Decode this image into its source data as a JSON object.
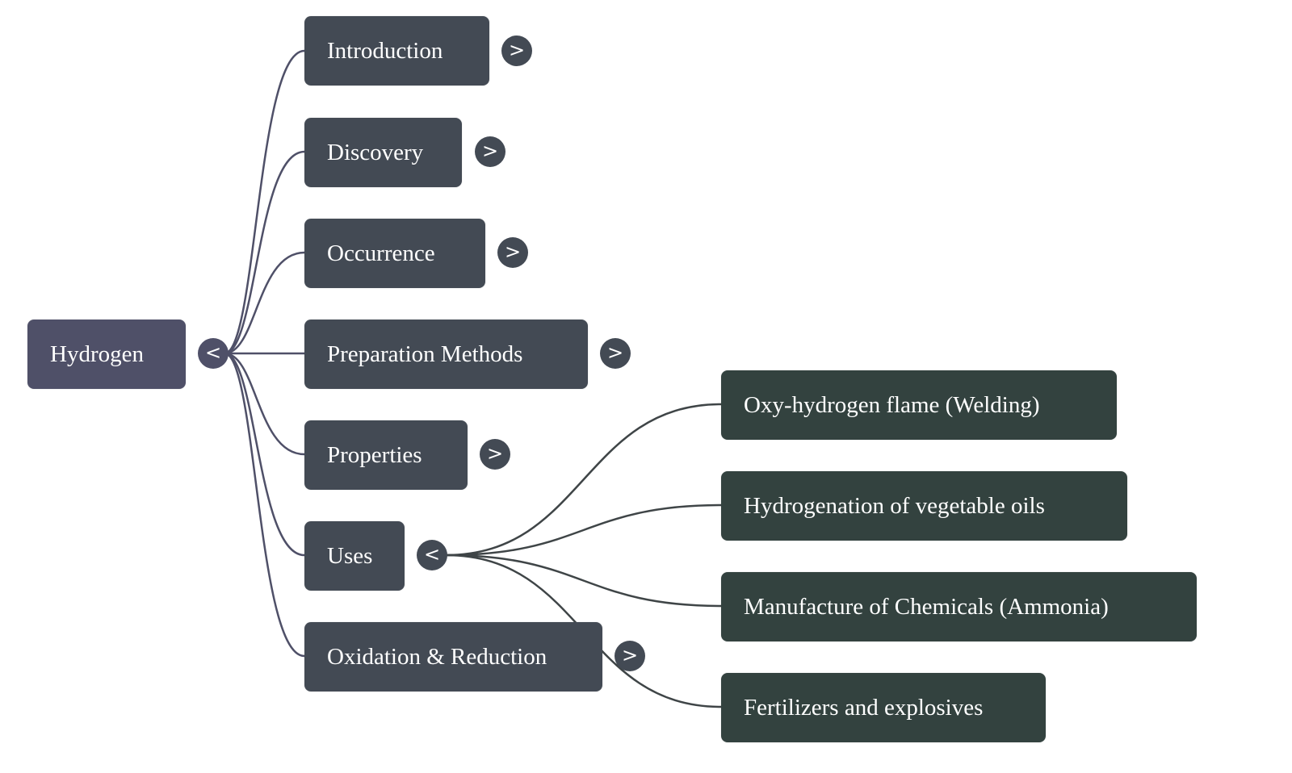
{
  "colors": {
    "root": "#4f5068",
    "level1": "#434a54",
    "level2": "#33423f",
    "edge_root": "#4f5068",
    "edge_level2": "#3f4547"
  },
  "root": {
    "label": "Hydrogen",
    "toggle": "<",
    "toggle_icon": "collapse-chevron-left"
  },
  "topics": [
    {
      "label": "Introduction",
      "toggle": ">",
      "expanded": false
    },
    {
      "label": "Discovery",
      "toggle": ">",
      "expanded": false
    },
    {
      "label": "Occurrence",
      "toggle": ">",
      "expanded": false
    },
    {
      "label": "Preparation Methods",
      "toggle": ">",
      "expanded": false
    },
    {
      "label": "Properties",
      "toggle": ">",
      "expanded": false
    },
    {
      "label": "Uses",
      "toggle": "<",
      "expanded": true
    },
    {
      "label": "Oxidation & Reduction",
      "toggle": ">",
      "expanded": false
    }
  ],
  "uses_children": [
    {
      "label": "Oxy-hydrogen flame (Welding)"
    },
    {
      "label": "Hydrogenation of vegetable oils"
    },
    {
      "label": "Manufacture of Chemicals (Ammonia)"
    },
    {
      "label": "Fertilizers and explosives"
    }
  ]
}
